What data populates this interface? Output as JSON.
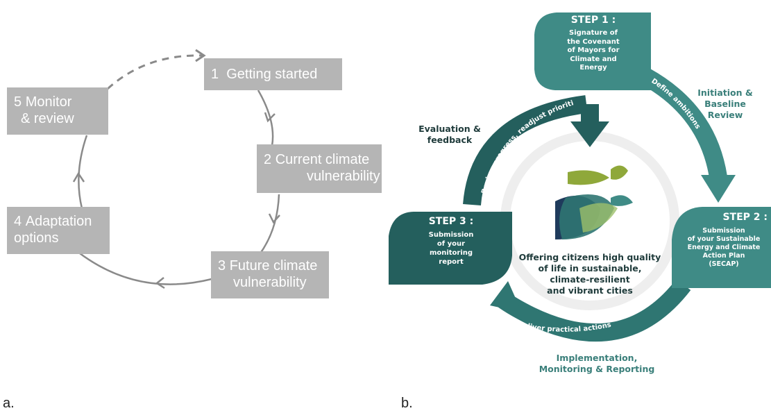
{
  "panel_a": {
    "label": "a.",
    "steps": [
      {
        "number": "1",
        "title": "Getting started"
      },
      {
        "number": "2",
        "title": "Current climate",
        "title2": "vulnerability"
      },
      {
        "number": "3",
        "title": "Future climate",
        "title2": "vulnerability"
      },
      {
        "number": "4",
        "title": "Adaptation",
        "title2": "options"
      },
      {
        "number": "5",
        "title": "Monitor",
        "title2": "& review"
      }
    ]
  },
  "panel_b": {
    "label": "b.",
    "step1": {
      "heading": "STEP 1 :",
      "lines": [
        "Signature of",
        "the Covenant",
        "of Mayors for",
        "Climate and",
        "Energy"
      ]
    },
    "step2": {
      "heading": "STEP 2 :",
      "lines": [
        "Submission",
        "of your Sustainable",
        "Energy and Climate",
        "Action Plan",
        "(SECAP)"
      ]
    },
    "step3": {
      "heading": "STEP 3 :",
      "lines": [
        "Submission",
        "of your",
        "monitoring",
        "report"
      ]
    },
    "phase_initiation": [
      "Initiation &",
      "Baseline",
      "Review"
    ],
    "phase_evaluation": [
      "Evaluation &",
      "feedback"
    ],
    "phase_implementation": [
      "Implementation,",
      "Monitoring & Reporting"
    ],
    "arc_define": "Define ambitions",
    "arc_review": "Review progress, readjust priorities",
    "arc_deliver": "Deliver practical actions",
    "center_lines": [
      "Offering citizens high quality",
      "of life in sustainable,",
      "climate-resilient",
      "and vibrant cities"
    ],
    "colors": {
      "teal_light": "#3f8b86",
      "teal_mid": "#2f7672",
      "teal_dark": "#245f5d",
      "text_teal": "#3a7f7a",
      "text_dark": "#1f3b3b"
    }
  }
}
